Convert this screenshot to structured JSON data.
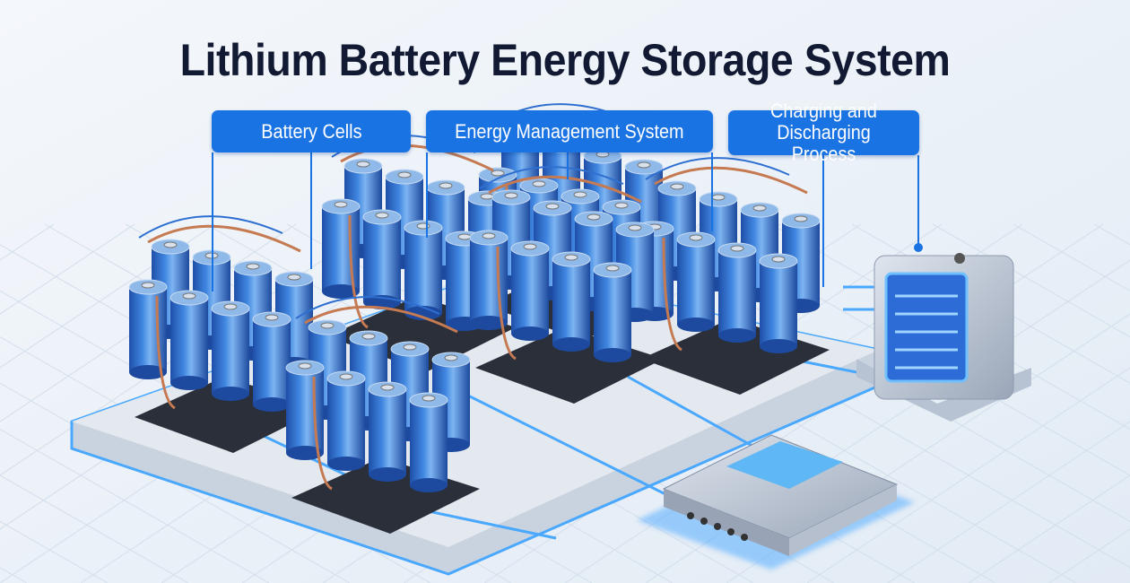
{
  "title": "Lithium Battery Energy Storage System",
  "labels": {
    "battery_cells": "Battery Cells",
    "ems": "Energy Management System",
    "charging": "Charging and Discharging Process"
  },
  "colors": {
    "accent": "#1a73e3",
    "title": "#121a33",
    "cell": "#2f6fd0",
    "glow": "#4aa8ff",
    "copper": "#c57a52"
  }
}
